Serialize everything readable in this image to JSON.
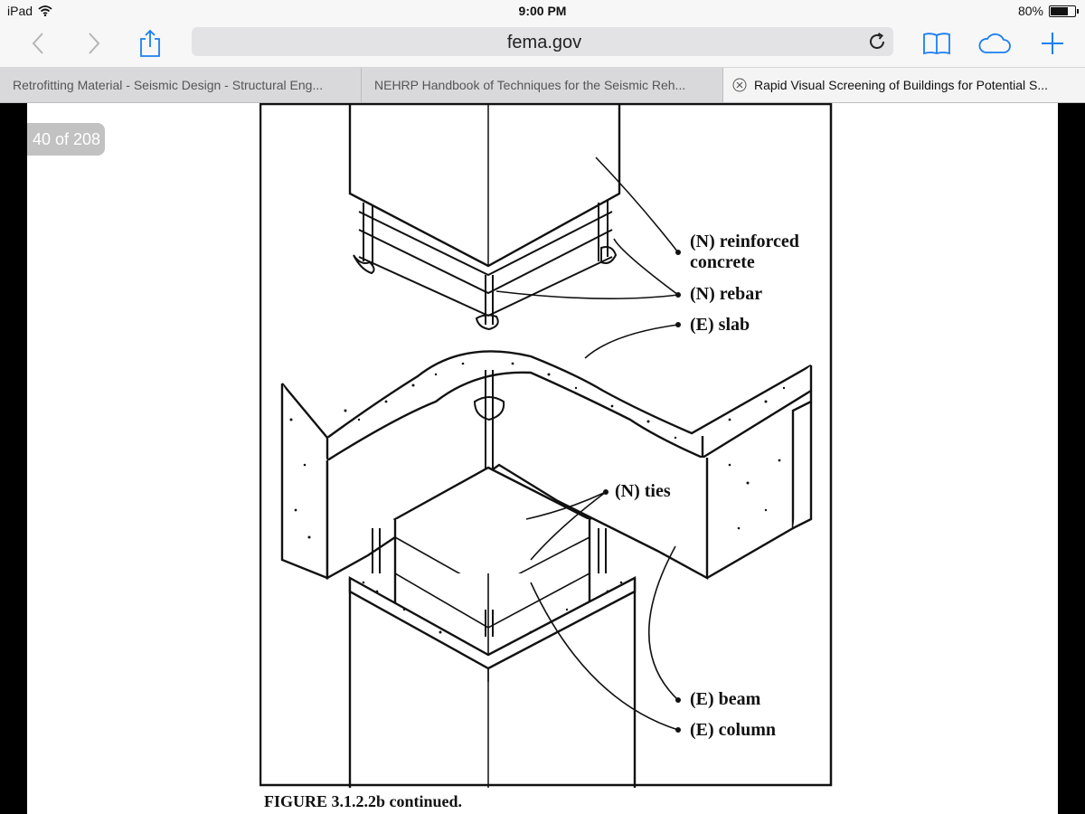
{
  "status": {
    "device": "iPad",
    "time": "9:00 PM",
    "battery": "80%",
    "battery_level": 0.8
  },
  "toolbar": {
    "url": "fema.gov"
  },
  "tabs": [
    {
      "label": "Retrofitting Material - Seismic Design - Structural Eng...",
      "active": false
    },
    {
      "label": "NEHRP Handbook of Techniques for the Seismic Reh...",
      "active": false
    },
    {
      "label": "Rapid Visual Screening of Buildings for Potential S...",
      "active": true
    }
  ],
  "viewer": {
    "page_indicator": "40 of 208"
  },
  "figure": {
    "labels": {
      "reinforced_concrete_1": "(N) reinforced",
      "reinforced_concrete_2": "concrete",
      "rebar": "(N) rebar",
      "slab": "(E) slab",
      "ties": "(N) ties",
      "beam": "(E) beam",
      "column": "(E) column"
    },
    "caption": "FIGURE 3.1.2.2b continued."
  }
}
